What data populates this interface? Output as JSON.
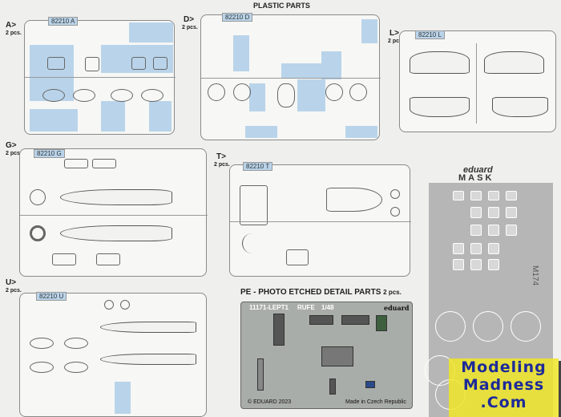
{
  "header": {
    "title": "PLASTIC PARTS"
  },
  "sprues": [
    {
      "letter": "A>",
      "qty": "2 pcs.",
      "code": "82210 A"
    },
    {
      "letter": "D>",
      "qty": "2 pcs.",
      "code": "82210 D"
    },
    {
      "letter": "L>",
      "qty": "2 pcs.",
      "code": "82210 L"
    },
    {
      "letter": "G>",
      "qty": "2 pcs.",
      "code": "82210 G"
    },
    {
      "letter": "T>",
      "qty": "2 pcs.",
      "code": "82210 T"
    },
    {
      "letter": "U>",
      "qty": "2 pcs.",
      "code": "82210 U"
    }
  ],
  "mask": {
    "brand": "eduard",
    "title": "MASK",
    "code": "M174"
  },
  "pe": {
    "heading": "PE - PHOTO ETCHED DETAIL PARTS",
    "qty": "2 pcs.",
    "code": "11171-LEPT1",
    "name": "RUFE",
    "scale": "1/48",
    "brand": "eduard",
    "copyright": "© EDUARD 2023",
    "origin": "Made in Czech Republic"
  },
  "watermark": {
    "line1": "Modeling",
    "line2": "Madness",
    ".com": ".Com"
  },
  "colors": {
    "sprue_blue": "#b9d4ea",
    "mask_gray": "#b6b6b6",
    "watermark_yellow": "#f0e628",
    "watermark_blue": "#1d2a9a"
  }
}
